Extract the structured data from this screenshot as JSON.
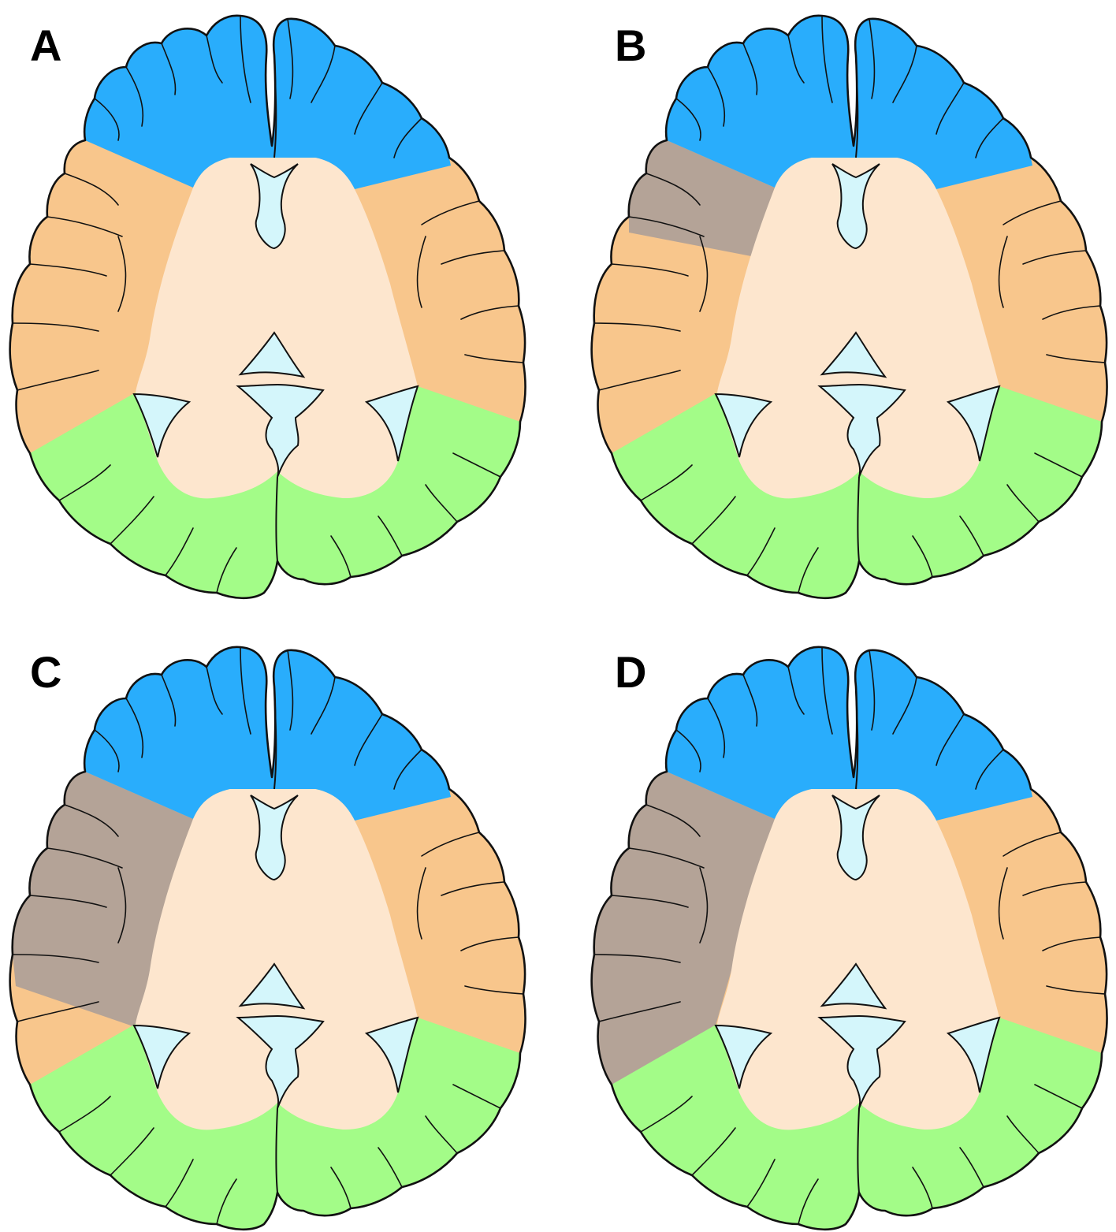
{
  "colors": {
    "frontal": "#29adfc",
    "temporal_parietal": "#f8c68c",
    "lesion": "#b4a397",
    "occipital": "#a3fc88",
    "deep": "#fde6ce",
    "ventricle": "#d4f6fb",
    "outline": "#111111"
  },
  "panels": [
    {
      "id": "A",
      "label": "A",
      "lesion_extent": "none"
    },
    {
      "id": "B",
      "label": "B",
      "lesion_extent": "anterior"
    },
    {
      "id": "C",
      "label": "C",
      "lesion_extent": "anterior-middle"
    },
    {
      "id": "D",
      "label": "D",
      "lesion_extent": "full"
    }
  ]
}
